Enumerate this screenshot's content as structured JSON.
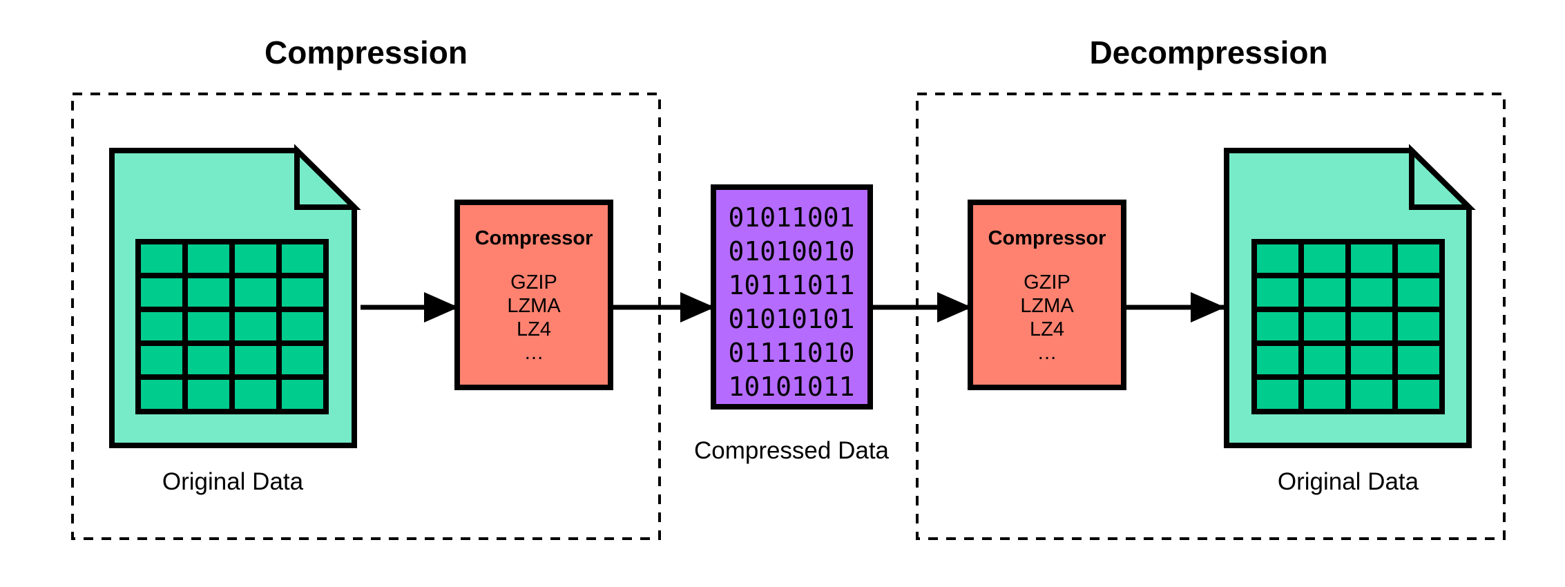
{
  "titles": {
    "left": "Compression",
    "right": "Decompression"
  },
  "compressor_left": {
    "title": "Compressor",
    "items": [
      "GZIP",
      "LZMA",
      "LZ4",
      "…"
    ]
  },
  "compressor_right": {
    "title": "Compressor",
    "items": [
      "GZIP",
      "LZMA",
      "LZ4",
      "…"
    ]
  },
  "compressed": {
    "lines": [
      "01011001",
      "01010010",
      "10111011",
      "01010101",
      "01111010",
      "10101011"
    ],
    "label": "Compressed Data"
  },
  "original_left": {
    "label": "Original Data"
  },
  "original_right": {
    "label": "Original Data"
  },
  "icons": {
    "document": "spreadsheet-file-icon",
    "binary": "binary-data-icon"
  },
  "colors": {
    "file_fill": "#77ebc8",
    "table_fill": "#00cc8e",
    "compressor_fill": "#ff8270",
    "compressed_fill": "#b66bff",
    "stroke": "#000000"
  }
}
